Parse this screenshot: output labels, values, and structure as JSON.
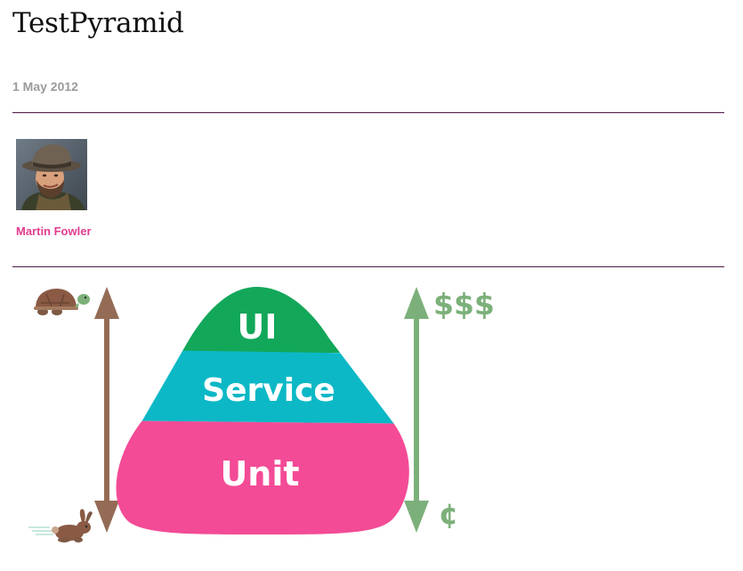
{
  "page": {
    "title": "TestPyramid",
    "date": "1 May 2012"
  },
  "author": {
    "name": "Martin Fowler"
  },
  "diagram": {
    "layers": [
      "UI",
      "Service",
      "Unit"
    ],
    "cost_high": "$$$",
    "cost_low": "¢",
    "colors": {
      "ui": "#13a75a",
      "service": "#0cb8c6",
      "unit": "#f34b96",
      "speed_arrow": "#946b55",
      "cost_arrow": "#7cb07a"
    },
    "icons": {
      "slow": "turtle-icon",
      "fast": "rabbit-icon"
    }
  }
}
